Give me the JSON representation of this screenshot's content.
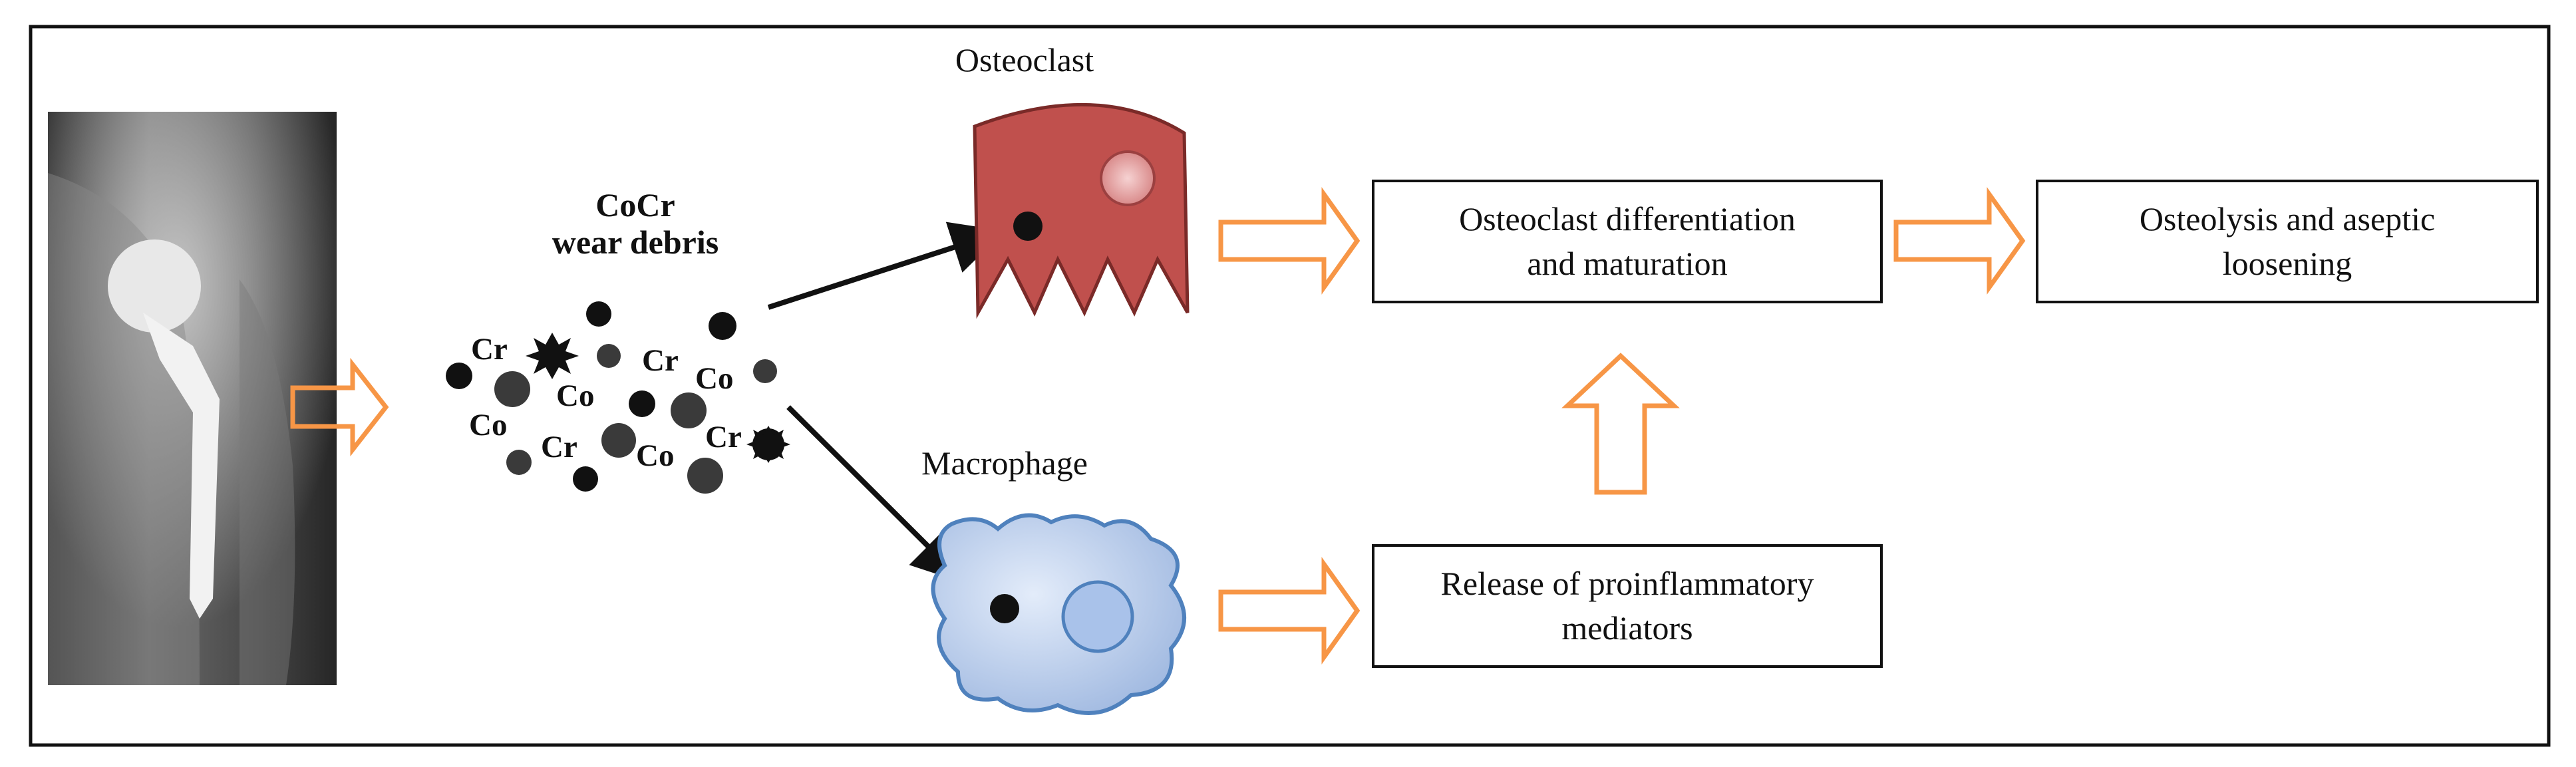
{
  "labels": {
    "osteoclast": "Osteoclast",
    "macrophage": "Macrophage",
    "debris_line1": "CoCr",
    "debris_line2": "wear debris"
  },
  "ions": [
    "Cr",
    "Co",
    "Cr",
    "Co",
    "Co",
    "Cr",
    "Co",
    "Cr"
  ],
  "boxes": {
    "differentiation": {
      "line1": "Osteoclast differentiation",
      "line2": "and maturation"
    },
    "osteolysis": {
      "line1": "Osteolysis and aseptic",
      "line2": "loosening"
    },
    "release": {
      "line1": "Release of proinflammatory",
      "line2": "mediators"
    }
  },
  "colors": {
    "arrow_outline": "#F79646",
    "osteoclast_fill": "#C0504D",
    "macrophage_fill": "#B4C7E7",
    "macrophage_outline": "#4F81BD",
    "particle": "#111111"
  }
}
